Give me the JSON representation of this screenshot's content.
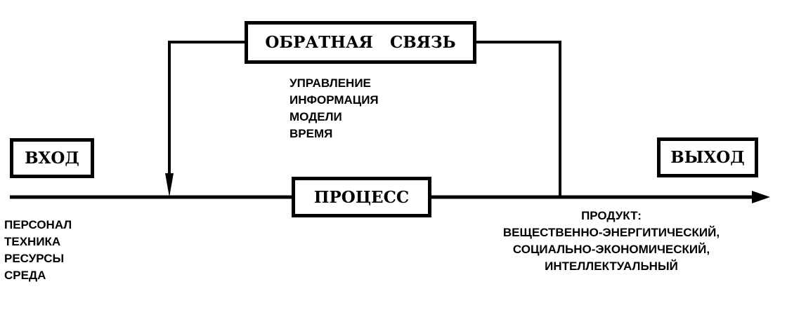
{
  "boxes": {
    "feedback": "ОБРАТНАЯ   СВЯЗЬ",
    "input": "ВХОД",
    "output": "ВЫХОД",
    "process": "ПРОЦЕСС"
  },
  "feedback_list": [
    "УПРАВЛЕНИЕ",
    "ИНФОРМАЦИЯ",
    "МОДЕЛИ",
    "ВРЕМЯ"
  ],
  "input_list": [
    "ПЕРСОНАЛ",
    "ТЕХНИКА",
    "РЕСУРСЫ",
    "СРЕДА"
  ],
  "product_list": [
    "ПРОДУКТ:",
    "ВЕЩЕСТВЕННО-ЭНЕРГИТИЧЕСКИЙ,",
    "СОЦИАЛЬНО-ЭКОНОМИЧЕСКИЙ,",
    "ИНТЕЛЛЕКТУАЛЬНЫЙ"
  ],
  "colors": {
    "line": "#000000",
    "background": "#ffffff"
  }
}
